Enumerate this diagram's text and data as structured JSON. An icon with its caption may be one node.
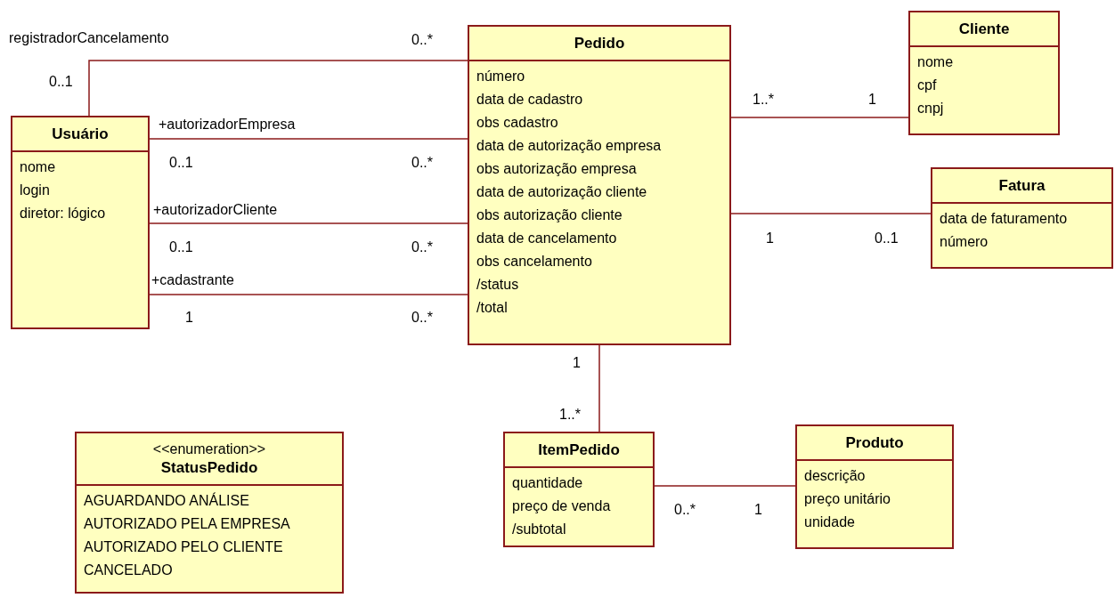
{
  "diagram": {
    "nodes": [
      {
        "text": [
          "Pedido",
          "número",
          "data de cadastro",
          "obs cadastro",
          "data de autorização empresa",
          "obs autorização empresa",
          "data de autorização cliente",
          "obs autorização cliente",
          "data de cancelamento",
          "obs cancelamento",
          "/status",
          "/total"
        ]
      },
      {
        "text": [
          "Cliente",
          "nome",
          "cpf",
          "cnpj"
        ]
      },
      {
        "text": [
          "Usuário",
          "nome",
          "login",
          "diretor: lógico"
        ]
      },
      {
        "text": [
          "Fatura",
          "data de faturamento",
          "número"
        ]
      },
      {
        "text": [
          "<<enumeration>>",
          "StatusPedido",
          "AGUARDANDO ANÁLISE",
          "AUTORIZADO PELA EMPRESA",
          "AUTORIZADO PELO CLIENTE",
          "CANCELADO"
        ]
      },
      {
        "text": [
          "ItemPedido",
          "quantidade",
          "preço de venda",
          "/subtotal"
        ]
      },
      {
        "text": [
          "Produto",
          "descrição",
          "preço unitário",
          "unidade"
        ]
      }
    ],
    "edges": [
      {
        "from": 2,
        "to": 0,
        "arrow": "none",
        "label": "registradorCancelamento"
      },
      {
        "from": 2,
        "to": 0,
        "arrow": "none",
        "label": "+autorizadorEmpresa"
      },
      {
        "from": 2,
        "to": 0,
        "arrow": "none",
        "label": "+autorizadorCliente"
      },
      {
        "from": 2,
        "to": 0,
        "arrow": "none",
        "label": "+cadastrante"
      },
      {
        "from": 0,
        "to": 1,
        "arrow": "none"
      },
      {
        "from": 0,
        "to": 3,
        "arrow": "none"
      },
      {
        "from": 0,
        "to": 5,
        "arrow": "none"
      },
      {
        "from": 5,
        "to": 6,
        "arrow": "none"
      }
    ],
    "labels": [
      "0..*",
      "0..1",
      "1..*",
      "1",
      "0..1",
      "0..*",
      "0..1",
      "0..*",
      "1",
      "0..1",
      "1",
      "0..*",
      "1",
      "1..*",
      "0..*",
      "1"
    ]
  }
}
